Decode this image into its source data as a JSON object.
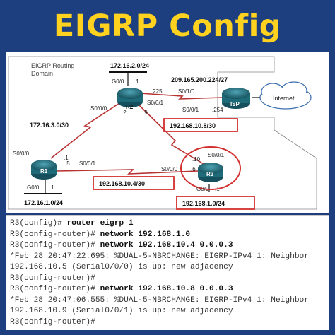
{
  "title": "EIGRP Config",
  "diagram": {
    "domain_label_1": "EIGRP Routing",
    "domain_label_2": "Domain",
    "routers": {
      "r1": "R1",
      "r2": "R2",
      "r3": "R3",
      "isp": "ISP"
    },
    "cloud_label": "Internet",
    "networks": {
      "r2_lan": "172.16.2.0/24",
      "r1_lan": "172.16.1.0/24",
      "r1_r2": "172.16.3.0/30",
      "r2_isp": "209.165.200.224/27",
      "r2_r3": "192.168.10.8/30",
      "r1_r3": "192.168.10.4/30",
      "r3_lan": "192.168.1.0/24"
    },
    "labels": {
      "r2_g0": "G0/0",
      "r2_g0_ip": ".1",
      "r2_s001": "S0/0/1",
      "r2_s001_ip": ".225",
      "isp_s010": "S0/1/0",
      "r2_s000": "S0/0/0",
      "r2_s000_ip": ".2",
      "r2_s001b": "S0/0/1",
      "r2_s001b_ip": ".9",
      "isp_ip": ".254",
      "r3_s001": "S0/0/1",
      "r3_s001_ip": ".10",
      "r1_s000": "S0/0/0",
      "r1_s000_ip": ".1",
      "r1_s001": "S0/0/1",
      "r1_s001_ip": ".5",
      "r3_s000": "S0/0/0",
      "r3_s000_ip": ".6",
      "r1_g0": "G0/0",
      "r1_g0_ip": ".1",
      "r3_g0": "G0/0",
      "r3_g0_ip": ".1"
    }
  },
  "console": [
    {
      "prompt": "R3(config)# ",
      "command": "router eigrp 1"
    },
    {
      "prompt": "R3(config-router)# ",
      "command": "network 192.168.1.0"
    },
    {
      "prompt": "R3(config-router)# ",
      "command": "network 192.168.10.4 0.0.0.3"
    },
    {
      "prompt": "*Feb 28 20:47:22.695: %DUAL-5-NBRCHANGE: EIGRP-IPv4 1: Neighbor",
      "command": ""
    },
    {
      "prompt": "192.168.10.5 (Serial0/0/0) is up: new adjacency",
      "command": ""
    },
    {
      "prompt": "R3(config-router)#",
      "command": ""
    },
    {
      "prompt": "R3(config-router)# ",
      "command": "network 192.168.10.8 0.0.0.3"
    },
    {
      "prompt": "*Feb 28 20:47:06.555: %DUAL-5-NBRCHANGE: EIGRP-IPv4 1: Neighbor",
      "command": ""
    },
    {
      "prompt": "192.168.10.9 (Serial0/0/1) is up: new adjacency",
      "command": ""
    },
    {
      "prompt": "R3(config-router)#",
      "command": ""
    }
  ],
  "colors": {
    "background": "#1d3f80",
    "title": "#ffd21f",
    "link": "#c0392b",
    "highlight": "#d32f2f",
    "router": "#1e6a78"
  }
}
